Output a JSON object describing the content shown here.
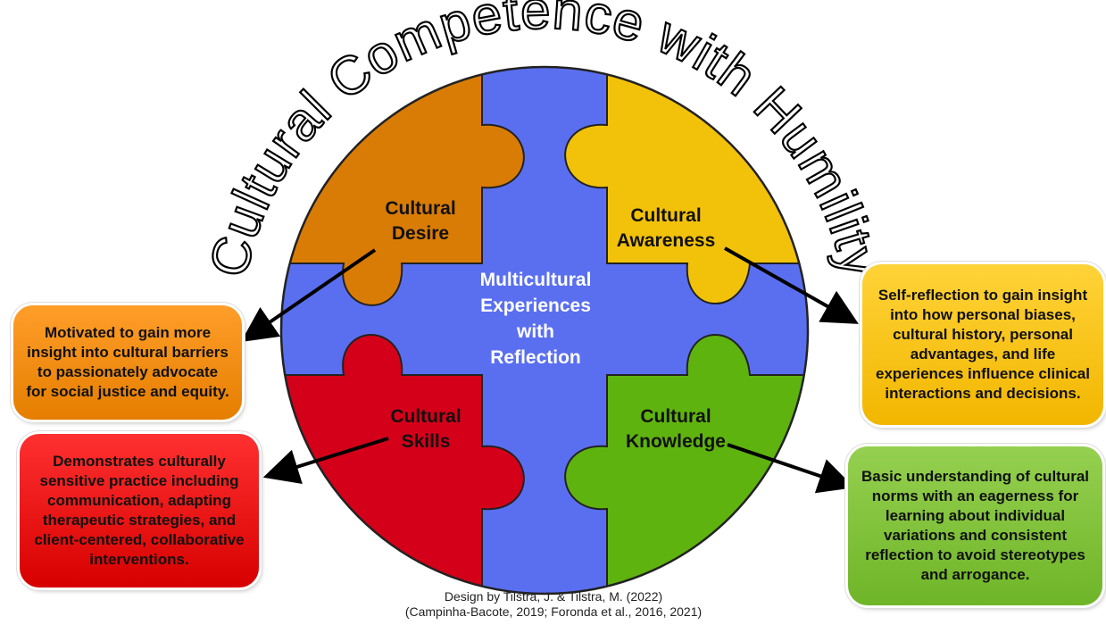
{
  "title": "Cultural Competence with Humility",
  "colors": {
    "desire": "#d97c06",
    "awareness": "#f2c20a",
    "skills": "#d4001a",
    "knowledge": "#5fb30f",
    "center": "#5a6ff0"
  },
  "pieces": {
    "desire": "Cultural Desire",
    "awareness": "Cultural Awareness",
    "skills": "Cultural Skills",
    "knowledge": "Cultural Knowledge",
    "center": [
      "Multicultural",
      "Experiences",
      "with",
      "Reflection"
    ]
  },
  "descriptions": {
    "desire": "Motivated to gain more insight into cultural barriers to passionately advocate for social justice and equity.",
    "skills": "Demonstrates culturally sensitive practice including communication, adapting therapeutic strategies, and client-centered, collaborative interventions.",
    "awareness": "Self-reflection to gain insight into how personal biases, cultural history, personal advantages, and life experiences influence clinical interactions and decisions.",
    "knowledge": "Basic understanding of cultural norms with an eagerness for learning about individual variations and consistent reflection to avoid stereotypes and arrogance."
  },
  "credit": {
    "line1": "Design by Tilstra, J. & Tilstra, M. (2022)",
    "line2": "(Campinha-Bacote, 2019; Foronda et al., 2016, 2021)"
  }
}
